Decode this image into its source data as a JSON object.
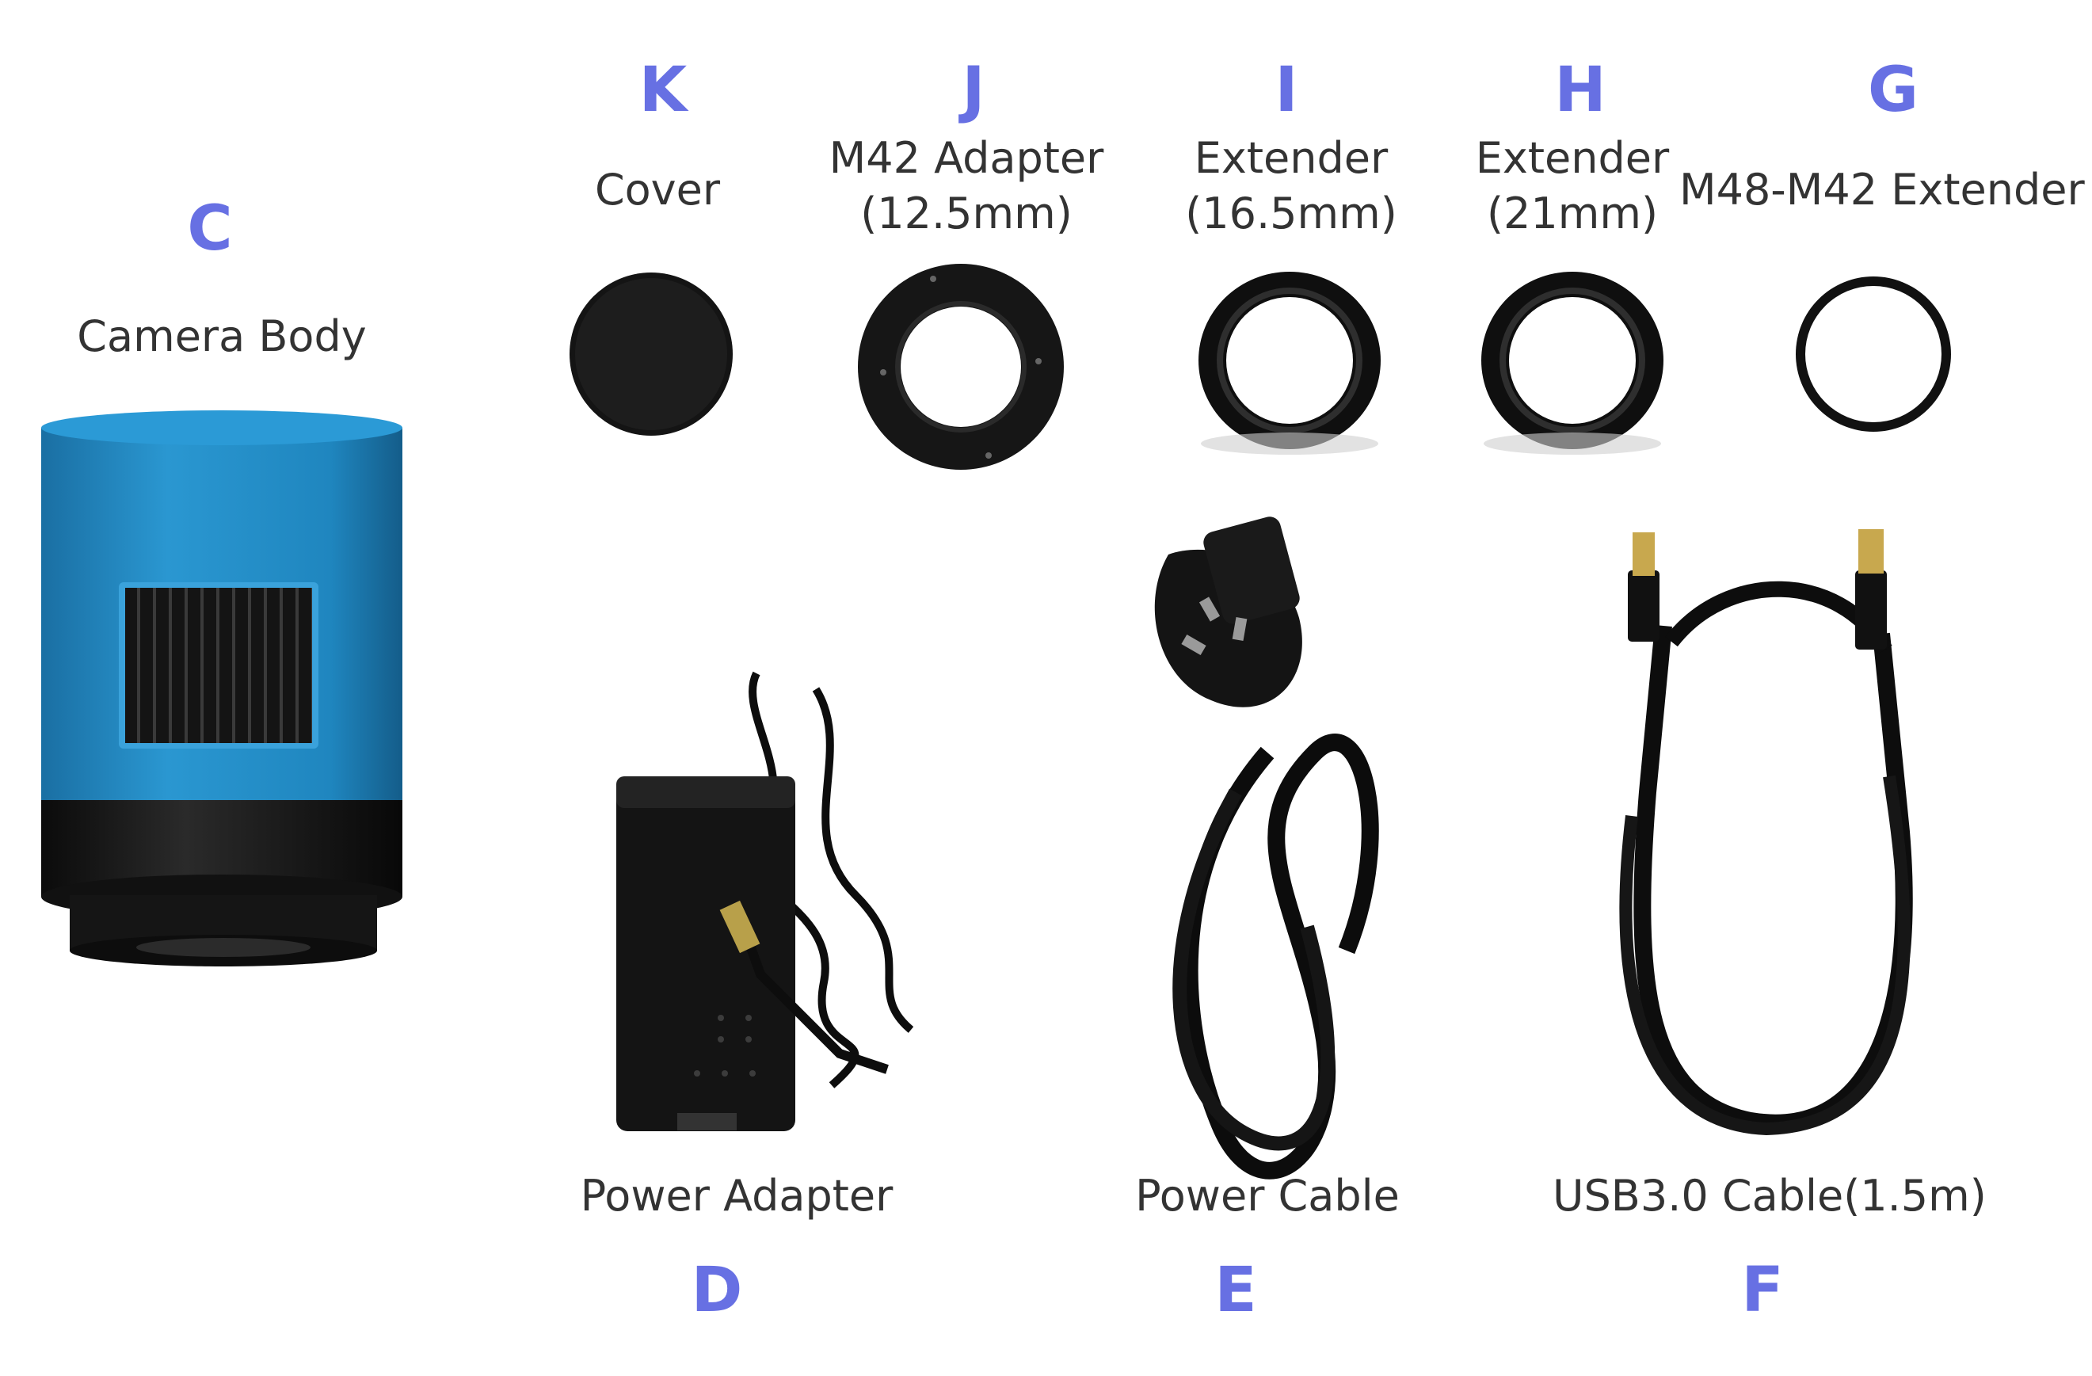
{
  "items": {
    "k": {
      "letter": "K",
      "label": "Cover"
    },
    "j": {
      "letter": "J",
      "label_line1": "M42 Adapter",
      "label_line2": "(12.5mm)"
    },
    "i": {
      "letter": "I",
      "label_line1": "Extender",
      "label_line2": "(16.5mm)"
    },
    "h": {
      "letter": "H",
      "label_line1": "Extender",
      "label_line2": "(21mm)"
    },
    "g": {
      "letter": "G",
      "label": "M48-M42 Extender"
    },
    "c": {
      "letter": "C",
      "label": "Camera Body"
    },
    "d": {
      "letter": "D",
      "label": "Power Adapter"
    },
    "e": {
      "letter": "E",
      "label": "Power Cable"
    },
    "f": {
      "letter": "F",
      "label": "USB3.0 Cable(1.5m)"
    }
  },
  "colors": {
    "letter": "#6770e3",
    "label": "#333333",
    "camera_blue": "#1f86bf",
    "black_parts": "#111111"
  }
}
